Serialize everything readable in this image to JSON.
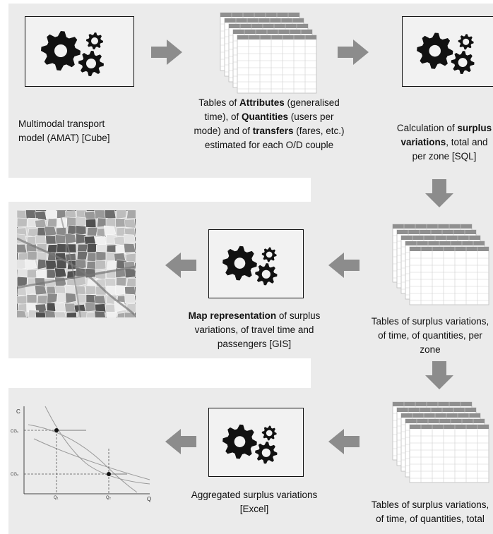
{
  "steps": {
    "model": {
      "text": "Multimodal transport model (AMAT) [Cube]"
    },
    "tables1": {
      "lines": [
        [
          {
            "t": "Tables of "
          },
          {
            "t": "Attributes",
            "b": true
          },
          {
            "t": " (generalised"
          }
        ],
        [
          {
            "t": "time), of "
          },
          {
            "t": "Quantities",
            "b": true
          },
          {
            "t": " (users per"
          }
        ],
        [
          {
            "t": "mode) and of "
          },
          {
            "t": "transfers",
            "b": true
          },
          {
            "t": " (fares, etc.)"
          }
        ],
        [
          {
            "t": "estimated for each O/D couple"
          }
        ]
      ]
    },
    "calc": {
      "lines": [
        [
          {
            "t": "Calculation of "
          },
          {
            "t": "surplus",
            "b": true
          }
        ],
        [
          {
            "t": "variations",
            "b": true
          },
          {
            "t": ", total and"
          }
        ],
        [
          {
            "t": "per zone [SQL]"
          }
        ]
      ]
    },
    "map": {
      "lines": [
        [
          {
            "t": "Map representation",
            "b": true
          },
          {
            "t": " of surplus"
          }
        ],
        [
          {
            "t": "variations, of travel time and"
          }
        ],
        [
          {
            "t": "passengers [GIS]"
          }
        ]
      ]
    },
    "tables2": {
      "lines": [
        [
          {
            "t": "Tables of surplus variations,"
          }
        ],
        [
          {
            "t": "of time, of quantities, per"
          }
        ],
        [
          {
            "t": "zone"
          }
        ]
      ]
    },
    "agg": {
      "lines": [
        [
          {
            "t": "Aggregated surplus variations"
          }
        ],
        [
          {
            "t": "[Excel]"
          }
        ]
      ]
    },
    "tables3": {
      "lines": [
        [
          {
            "t": "Tables of surplus variations,"
          }
        ],
        [
          {
            "t": "of time, of quantities, total"
          }
        ]
      ]
    }
  },
  "mini_chart": {
    "y_axis_label": "C",
    "x_axis_label": "Q",
    "y_ticks": [
      "CG₁",
      "CG₂"
    ],
    "x_ticks": [
      "Q₁",
      "Q₂"
    ]
  },
  "colors": {
    "band": "#ebebeb",
    "arrow": "#8c8c8c",
    "sheet_header": "#8f8f8f"
  },
  "icons": [
    "gears-icon",
    "table-stack-icon",
    "right-arrow-icon",
    "down-arrow-icon",
    "left-arrow-icon",
    "map-thumbnail"
  ]
}
